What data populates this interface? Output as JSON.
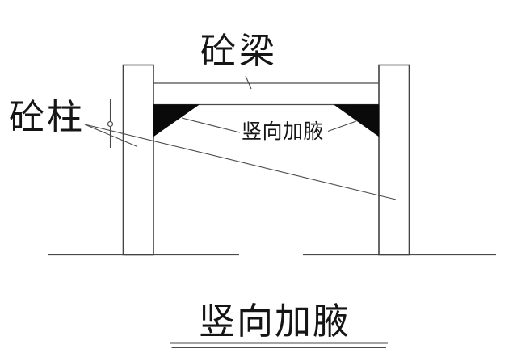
{
  "page": {
    "background": "#ffffff"
  },
  "diagram": {
    "type": "construction-detail-drawing",
    "caption": "竖向加腋",
    "labels": {
      "beam": "砼梁",
      "column": "砼柱",
      "haunch_callout": "竖向加腋"
    },
    "shapes": {
      "left_column": "concrete column (left)",
      "right_column": "concrete column (right)",
      "beam": "concrete beam",
      "left_haunch": "vertical haunch (left, solid black triangle)",
      "right_haunch": "vertical haunch (right, solid black triangle)",
      "crosshair": "CAD snap crosshair marker"
    },
    "colors": {
      "line": "#4a4a4a",
      "outline": "#424242",
      "haunch_fill": "#0a0a0a",
      "text": "#151515",
      "background": "#ffffff"
    }
  }
}
